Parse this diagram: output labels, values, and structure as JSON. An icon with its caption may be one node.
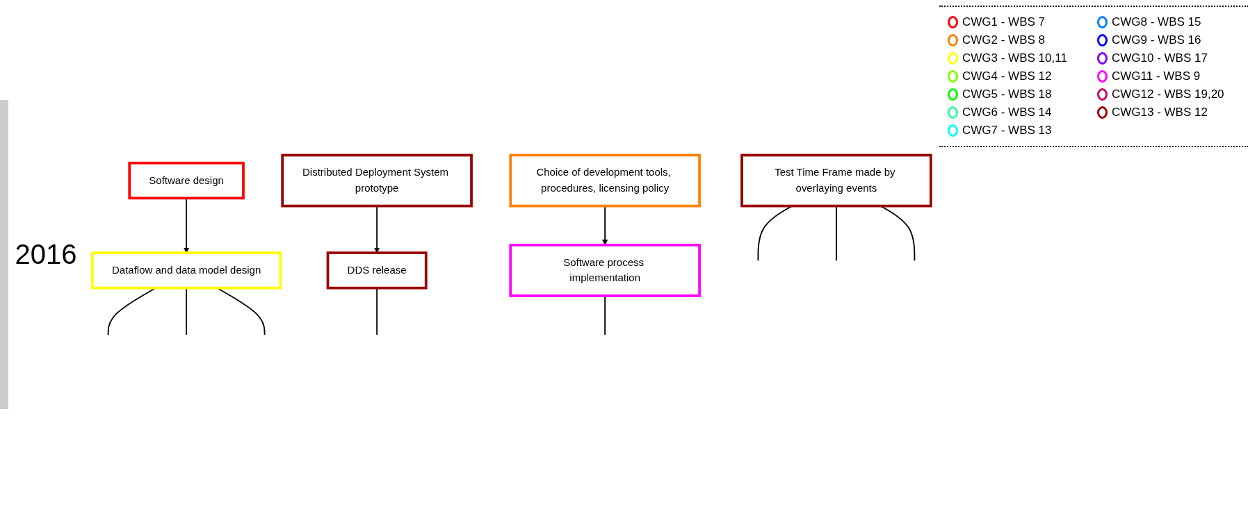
{
  "diagram": {
    "nodes": [
      {
        "text": [
          "Software design"
        ]
      },
      {
        "text": [
          "Distributed Deployment System prototype"
        ]
      },
      {
        "text": [
          "Choice of development tools, procedures, licensing policy"
        ]
      },
      {
        "text": [
          "Dataflow and data model design"
        ]
      },
      {
        "text": [
          "DDS release"
        ]
      },
      {
        "text": [
          "Software process implementation"
        ]
      },
      {
        "text": [
          "Test Time Frame made by overlaying events"
        ]
      }
    ],
    "edges": [
      {
        "from": 0,
        "to": 3,
        "arrow": "to"
      },
      {
        "from": 1,
        "to": 4,
        "arrow": "to"
      },
      {
        "from": 2,
        "to": 5,
        "arrow": "to"
      },
      {
        "from": 3,
        "to": null,
        "arrow": "none"
      },
      {
        "from": 3,
        "to": null,
        "arrow": "none"
      },
      {
        "from": 3,
        "to": null,
        "arrow": "none"
      },
      {
        "from": 4,
        "to": null,
        "arrow": "none"
      },
      {
        "from": 5,
        "to": null,
        "arrow": "none"
      },
      {
        "from": 6,
        "to": null,
        "arrow": "none"
      },
      {
        "from": 6,
        "to": null,
        "arrow": "none"
      },
      {
        "from": 6,
        "to": null,
        "arrow": "none"
      }
    ],
    "labels": [
      "2016"
    ],
    "legend": [
      {
        "text": "CWG1 - WBS 7",
        "color": "#ff0000"
      },
      {
        "text": "CWG2 - WBS 8",
        "color": "#ff8000"
      },
      {
        "text": "CWG3 - WBS 10,11",
        "color": "#ffff00"
      },
      {
        "text": "CWG4 - WBS 12",
        "color": "#80ff00"
      },
      {
        "text": "CWG5 - WBS 18",
        "color": "#00ff00"
      },
      {
        "text": "CWG6 - WBS 14",
        "color": "#33ff99"
      },
      {
        "text": "CWG7 - WBS 13",
        "color": "#00ffff"
      },
      {
        "text": "CWG8 - WBS 15",
        "color": "#0080ff"
      },
      {
        "text": "CWG9 - WBS 16",
        "color": "#0000ff"
      },
      {
        "text": "CWG10 - WBS 17",
        "color": "#8000ff"
      },
      {
        "text": "CWG11 - WBS 9",
        "color": "#ff00ff"
      },
      {
        "text": "CWG12 - WBS 19,20",
        "color": "#cc0066"
      },
      {
        "text": "CWG13 - WBS 12",
        "color": "#990000"
      }
    ]
  }
}
